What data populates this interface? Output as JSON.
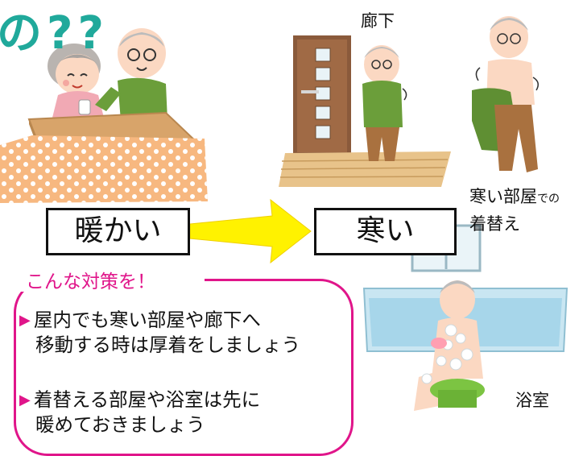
{
  "heading": "の??",
  "labels": {
    "hallway": "廊下",
    "cold_room_main": "寒い部屋",
    "cold_room_suffix": "での",
    "changing": "着替え",
    "bathroom": "浴室"
  },
  "boxes": {
    "warm": "暖かい",
    "cold": "寒い"
  },
  "tips": {
    "title": "こんな対策を！",
    "bullet_glyph": "▶",
    "items": [
      {
        "line1": "屋内でも寒い部屋や廊下へ",
        "line2": "移動する時は厚着をしましょう"
      },
      {
        "line1": "着替える部屋や浴室は先に",
        "line2": "暖めておきましょう"
      }
    ]
  },
  "colors": {
    "heading": "#20a99b",
    "accent": "#e0158a",
    "arrow": "#fff200",
    "kotatsu_quilt": "#f7b880",
    "floor": "#e8c38a"
  }
}
